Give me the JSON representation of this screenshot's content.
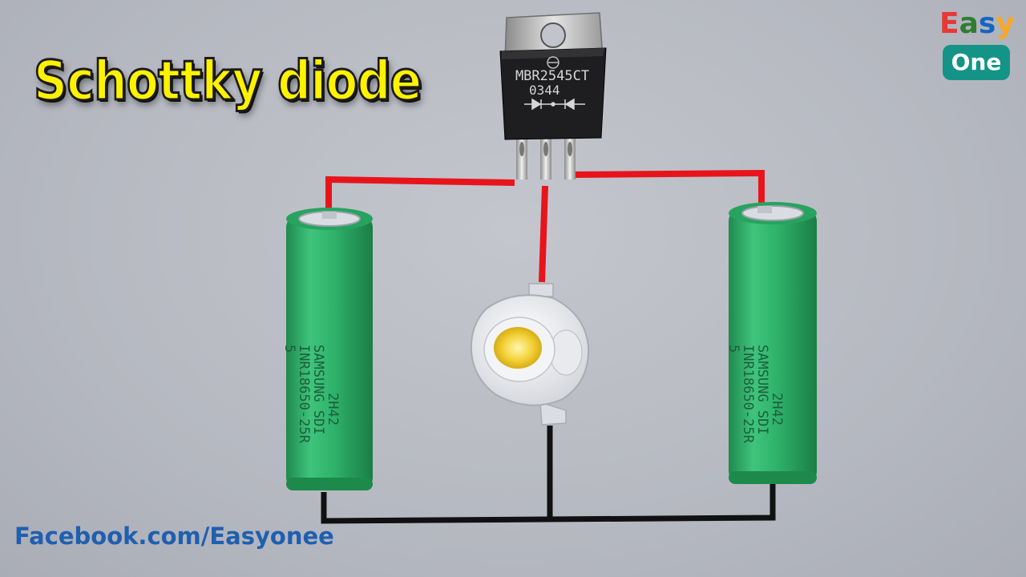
{
  "title": "Schottky diode",
  "logo": {
    "word_letters": [
      "E",
      "a",
      "s",
      "y"
    ],
    "badge": "One"
  },
  "footer": "Facebook.com/Easyonee",
  "components": {
    "diode": {
      "part_number": "MBR2545CT",
      "code": "0344"
    },
    "battery_left": {
      "line1": "INR18650-25R",
      "line2": "SAMSUNG SDI",
      "line3": "2H42",
      "mark": "5"
    },
    "battery_right": {
      "line1": "INR18650-25R",
      "line2": "SAMSUNG SDI",
      "line3": "2H42",
      "mark": "5"
    }
  },
  "colors": {
    "title_fill": "#fff200",
    "footer_text": "#1f5fb0",
    "logo_e": "#e53935",
    "logo_a": "#2e7d32",
    "logo_s": "#1565c0",
    "logo_y": "#f9a825",
    "logo_badge": "#139487",
    "wire_positive": "#e8141c",
    "wire_negative": "#111111",
    "battery_body": "#2fb26a"
  }
}
